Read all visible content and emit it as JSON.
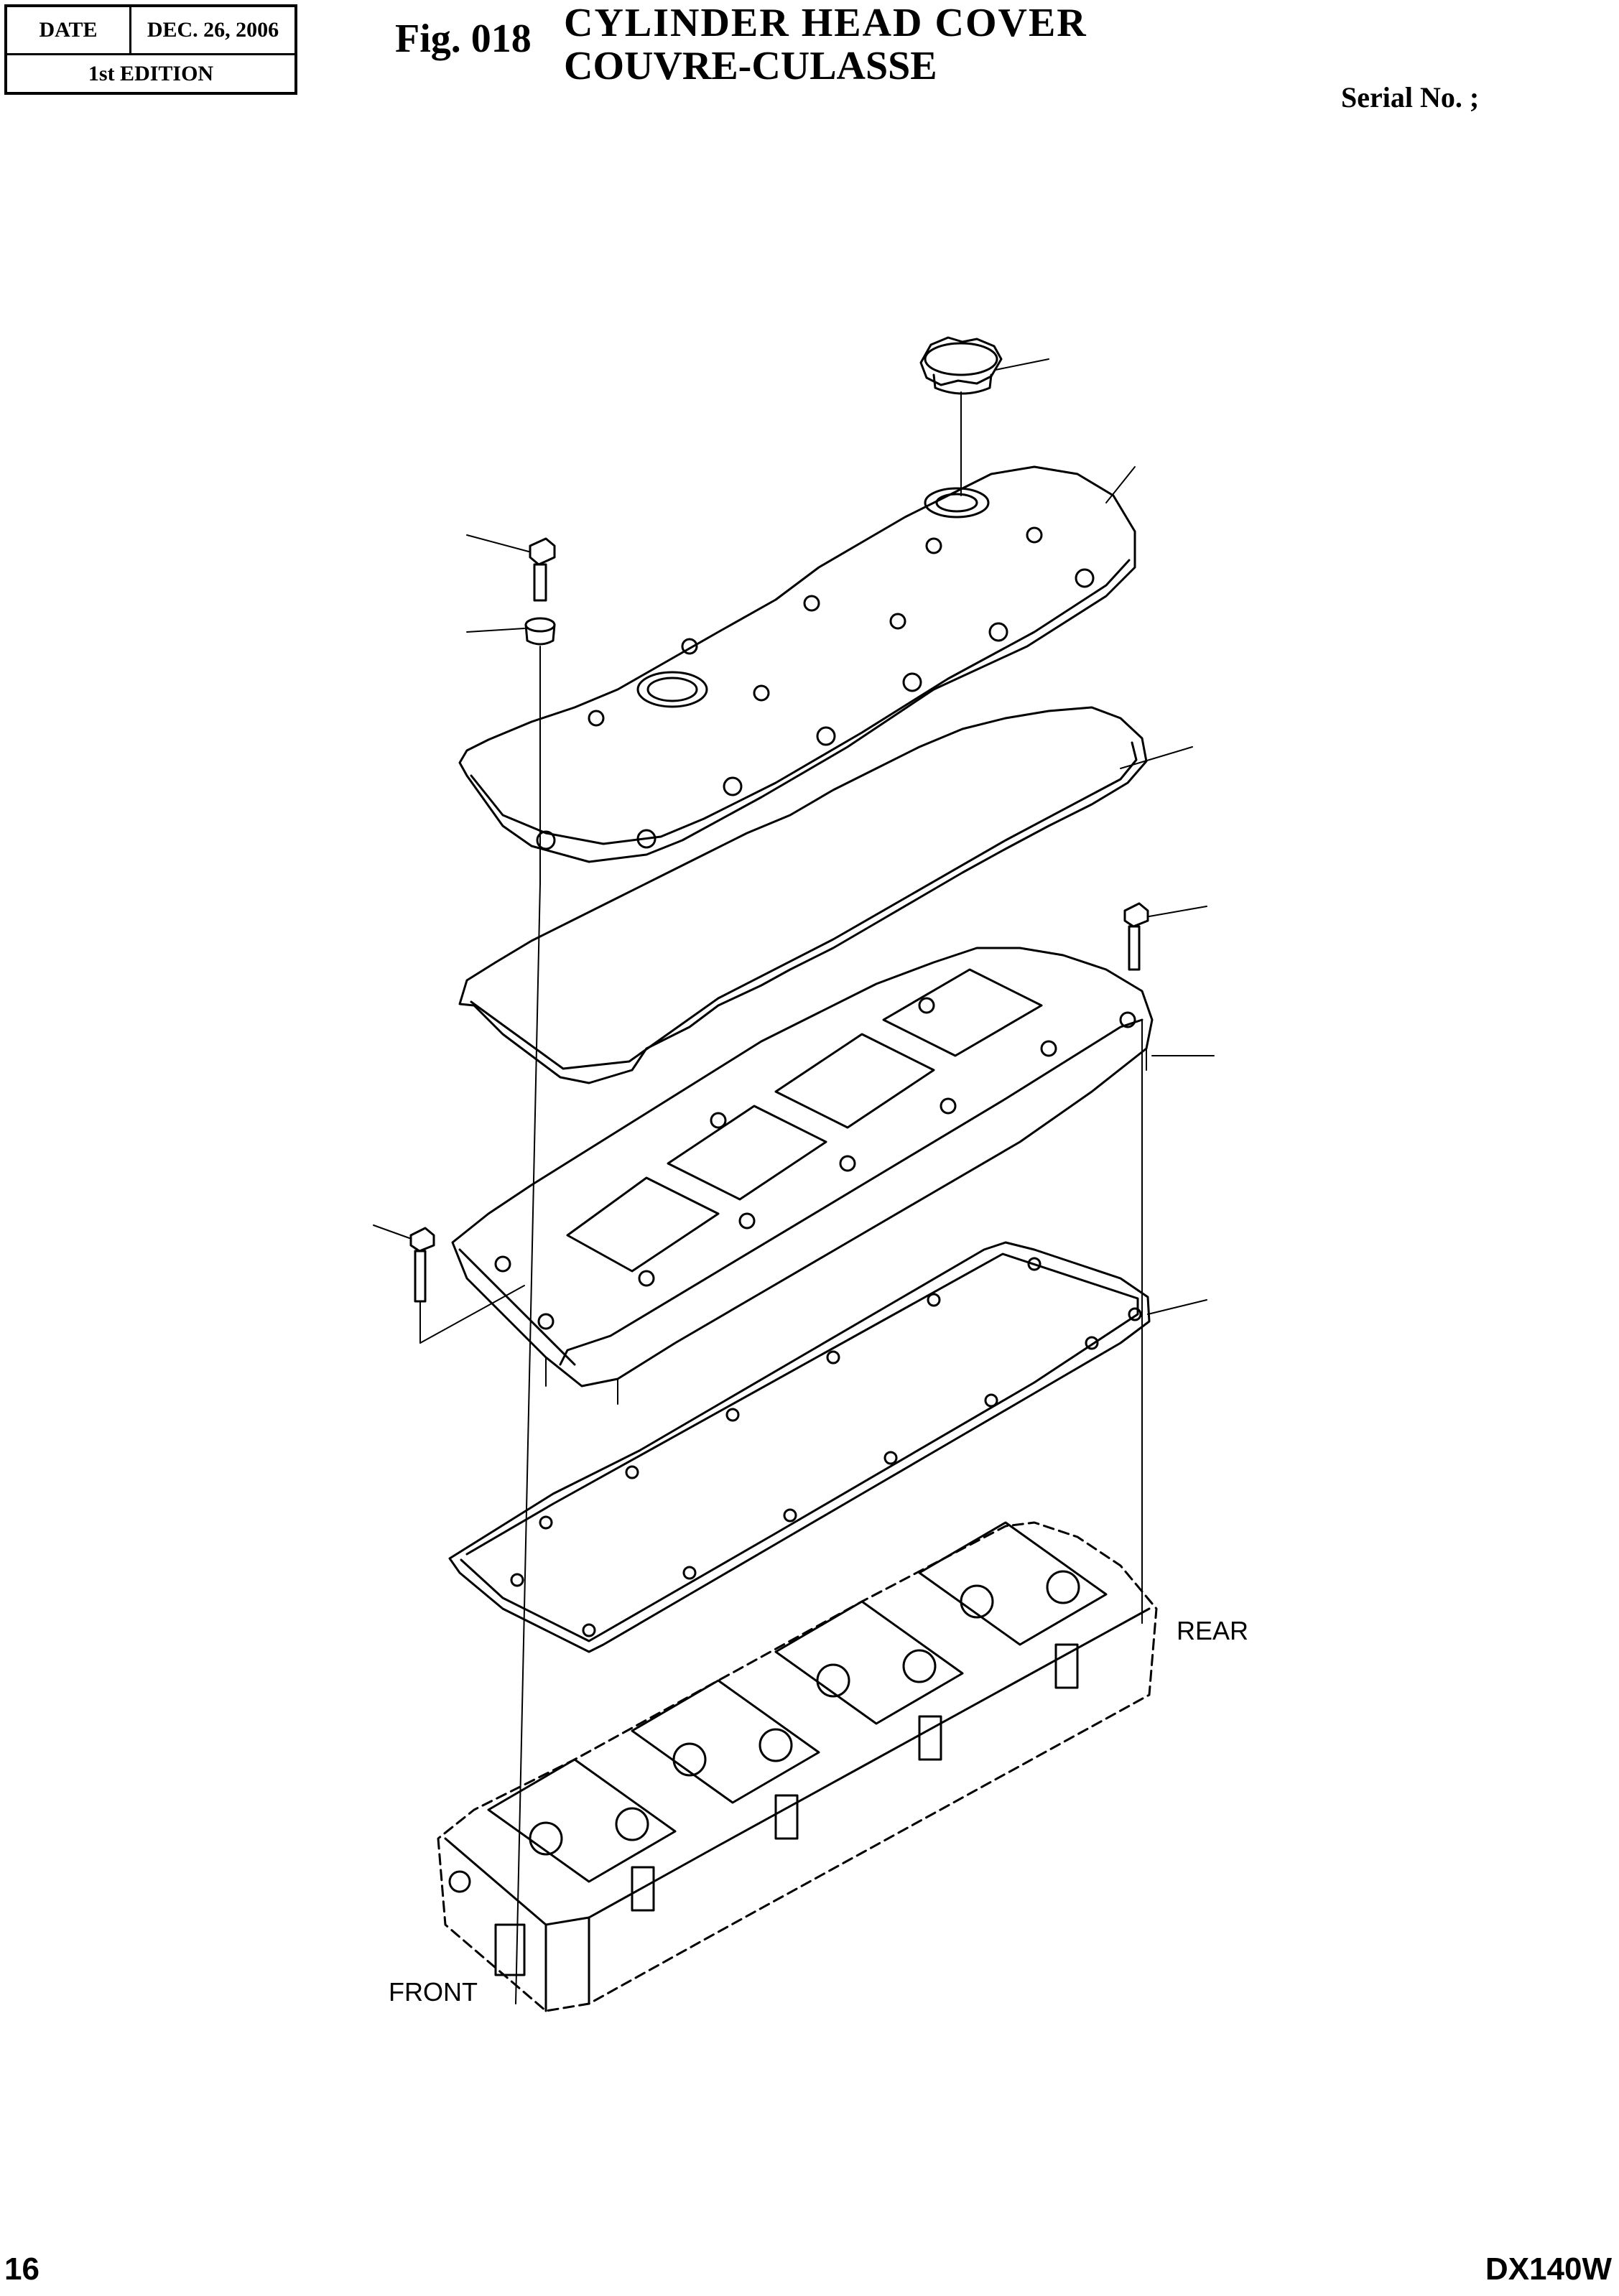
{
  "header": {
    "date_label": "DATE",
    "date_value": "DEC. 26, 2006",
    "edition": "1st EDITION"
  },
  "figure": {
    "number": "Fig. 018",
    "title_en": "CYLINDER HEAD COVER",
    "title_fr": "COUVRE-CULASSE",
    "serial": "Serial No. ;"
  },
  "diagram": {
    "label_rear": "REAR",
    "label_front": "FRONT"
  },
  "footer": {
    "page": "16",
    "model": "DX140W"
  }
}
